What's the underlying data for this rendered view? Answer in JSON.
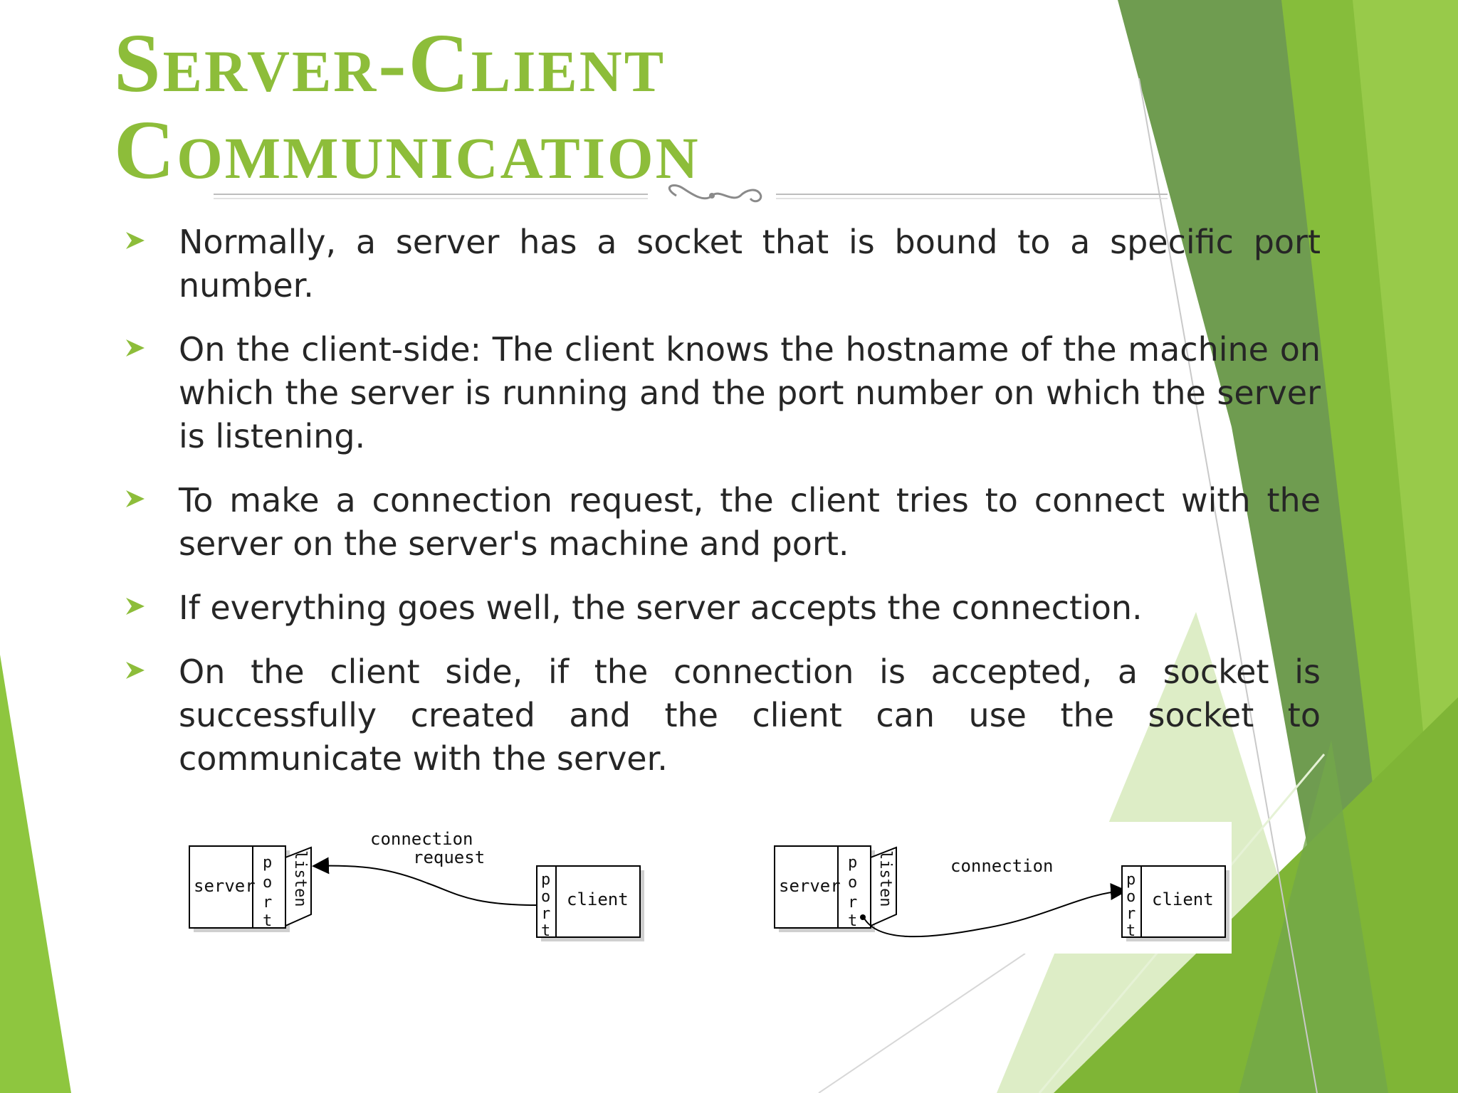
{
  "title": {
    "line1": "Server-Client",
    "line2": "Communication"
  },
  "bullets": [
    "Normally, a server has a socket that is bound to a specific port number.",
    "On the client-side: The client knows the hostname of the machine on which the server is running and the port number on which the server is listening.",
    "To make a connection request, the client tries to connect with the server on the server's machine and port.",
    "If everything goes well, the server accepts the connection.",
    "On the client side, if the connection is accepted, a socket is successfully created and the client can use the socket to communicate with the server."
  ],
  "diagrams": {
    "left": {
      "server": "server",
      "port": [
        "p",
        "o",
        "r",
        "t"
      ],
      "listen": "listen",
      "arrow_label_1": "connection",
      "arrow_label_2": "request",
      "client_port": [
        "p",
        "o",
        "r",
        "t"
      ],
      "client": "client"
    },
    "right": {
      "server": "server",
      "port": [
        "p",
        "o",
        "r",
        "t"
      ],
      "listen": "listen",
      "arrow_label": "connection",
      "client_port": [
        "p",
        "o",
        "r",
        "t"
      ],
      "client": "client"
    }
  },
  "colors": {
    "title": "#8dbd3a",
    "text": "#262626",
    "bullet_arrow": "#8dbd3a",
    "green_light": "#8fc33c",
    "green_dark": "#6d9a4a"
  }
}
